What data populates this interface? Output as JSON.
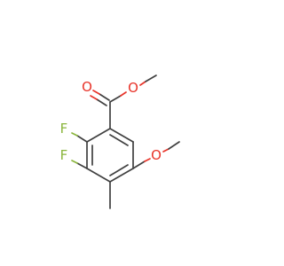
{
  "atoms": {
    "carbonyl_oxygen": {
      "symbol": "O"
    },
    "ester_oxygen": {
      "symbol": "O"
    },
    "fluorine_2": {
      "symbol": "F"
    },
    "fluorine_3": {
      "symbol": "F"
    },
    "methoxy_oxygen": {
      "symbol": "O"
    }
  },
  "colors": {
    "bond": "#404040",
    "oxygen": "#e8342a",
    "fluorine": "#8ab53c",
    "background": "#ffffff"
  }
}
